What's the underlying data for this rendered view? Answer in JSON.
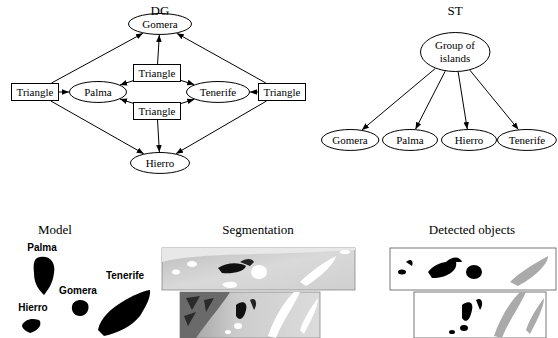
{
  "diagram": {
    "nodes": [
      {
        "text": [
          "Gomera"
        ]
      },
      {
        "text": [
          "Triangle"
        ]
      },
      {
        "text": [
          "Palma"
        ]
      },
      {
        "text": [
          "Triangle"
        ]
      },
      {
        "text": [
          "Triangle"
        ]
      },
      {
        "text": [
          "Tenerife"
        ]
      },
      {
        "text": [
          "Triangle"
        ]
      },
      {
        "text": [
          "Hierro"
        ]
      },
      {
        "text": [
          "Group of islands"
        ]
      },
      {
        "text": [
          "Gomera"
        ]
      },
      {
        "text": [
          "Palma"
        ]
      },
      {
        "text": [
          "Hierro"
        ]
      },
      {
        "text": [
          "Tenerife"
        ]
      }
    ],
    "edges": [
      {
        "from": 1,
        "to": 0,
        "arrow": "to"
      },
      {
        "from": 1,
        "to": 2,
        "arrow": "to"
      },
      {
        "from": 1,
        "to": 7,
        "arrow": "to"
      },
      {
        "from": 3,
        "to": 0,
        "arrow": "to"
      },
      {
        "from": 3,
        "to": 2,
        "arrow": "to"
      },
      {
        "from": 3,
        "to": 5,
        "arrow": "to"
      },
      {
        "from": 4,
        "to": 2,
        "arrow": "to"
      },
      {
        "from": 4,
        "to": 5,
        "arrow": "to"
      },
      {
        "from": 4,
        "to": 7,
        "arrow": "to"
      },
      {
        "from": 6,
        "to": 0,
        "arrow": "to"
      },
      {
        "from": 6,
        "to": 5,
        "arrow": "to"
      },
      {
        "from": 6,
        "to": 7,
        "arrow": "to"
      },
      {
        "from": 8,
        "to": 9,
        "arrow": "to"
      },
      {
        "from": 8,
        "to": 10,
        "arrow": "to"
      },
      {
        "from": 8,
        "to": 11,
        "arrow": "to"
      },
      {
        "from": 8,
        "to": 12,
        "arrow": "to"
      }
    ],
    "labels": [
      "DG",
      "ST",
      "Model",
      "Segmentation",
      "Detected objects",
      "Palma",
      "Gomera",
      "Tenerife",
      "Hierro"
    ]
  }
}
